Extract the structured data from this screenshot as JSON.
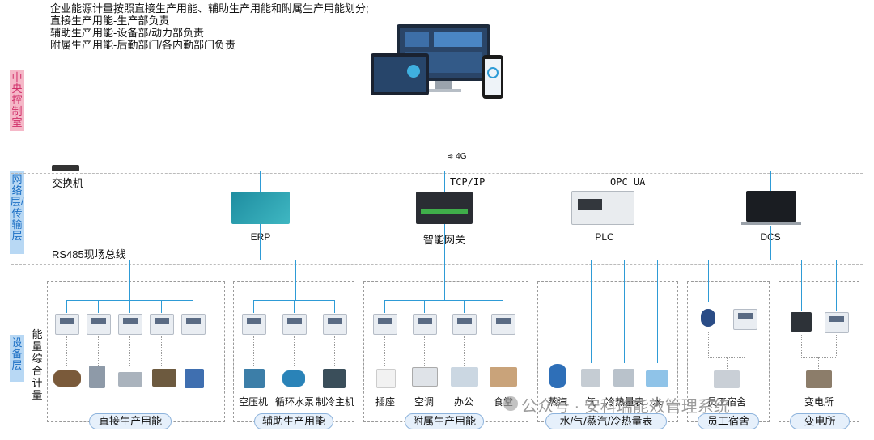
{
  "notes": [
    "企业能源计量按照直接生产用能、辅助生产用能和附属生产用能划分;",
    "直接生产用能-生产部负责",
    "辅助生产用能-设备部/动力部负责",
    "附属生产用能-后勤部门/各内勤部门负责"
  ],
  "layers": {
    "central": "中央控制室",
    "network": "网络层/传输层",
    "device": "设备层"
  },
  "network": {
    "wireless": "4G",
    "switch": "交换机",
    "tcpip": "TCP/IP",
    "opcua": "OPC UA",
    "bus": "RS485现场总线",
    "nodes": [
      "ERP",
      "智能网关",
      "PLC",
      "DCS"
    ]
  },
  "meter_label": "能量综合计量",
  "groups": {
    "direct": {
      "title": "直接生产用能"
    },
    "aux": {
      "title": "辅助生产用能",
      "items": [
        "空压机",
        "循环水泵",
        "制冷主机"
      ]
    },
    "attached": {
      "title": "附属生产用能",
      "items": [
        "插座",
        "空调",
        "办公",
        "食堂"
      ]
    },
    "water": {
      "title": "水/气/蒸汽/冷热量表",
      "items": [
        "蒸汽",
        "气",
        "冷热量表",
        "水"
      ]
    },
    "dorm": {
      "title": "员工宿舍",
      "items": [
        "员工宿舍"
      ]
    },
    "substation": {
      "title": "变电所",
      "items": [
        "变电所"
      ]
    }
  },
  "watermark": "公众号 · 安科瑞能效管理系统",
  "colors": {
    "bus": "#2e9bd6",
    "central_label": "#d0306a",
    "layer_label": "#1c6fc4"
  }
}
